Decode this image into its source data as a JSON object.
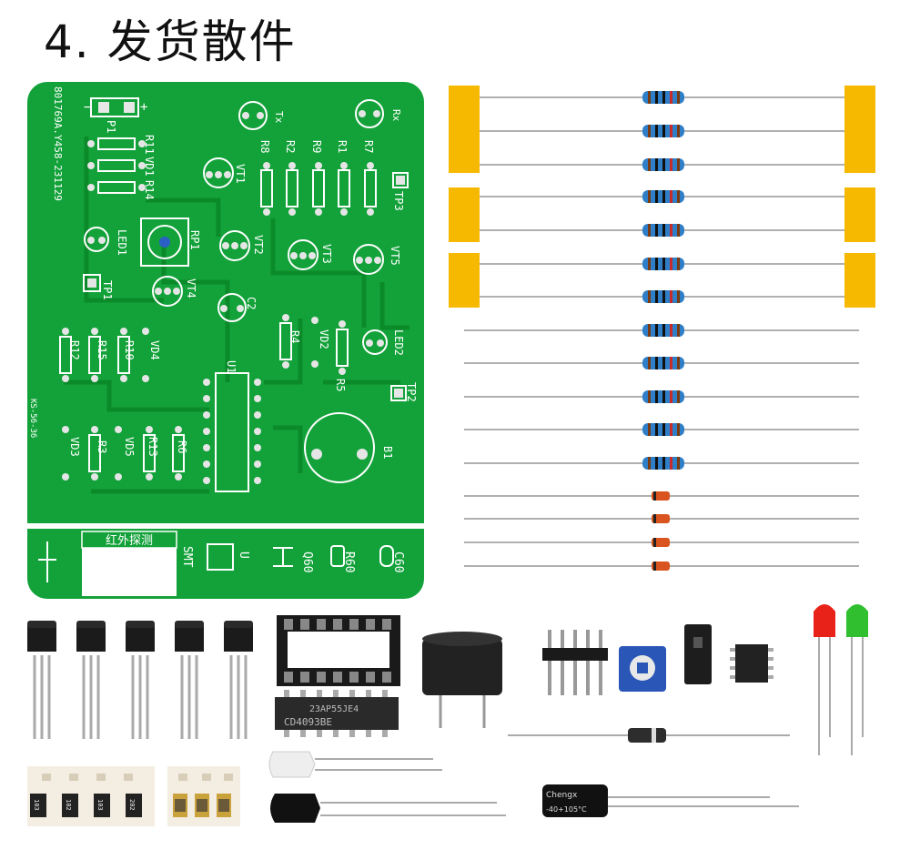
{
  "title": "4. 发货散件",
  "pcb": {
    "board_code": "801769A.Y458-231129",
    "side_code": "KS-56-36",
    "module_label": "红外探测",
    "mark_smt": "SMT",
    "mark_u": "U",
    "mark_q60": "Q60",
    "mark_r60": "R60",
    "mark_c60": "C60",
    "labels": {
      "p1": "P1",
      "tx": "Tx",
      "rx": "Rx",
      "r11": "R11",
      "vd1": "VD1",
      "r14": "R14",
      "r8": "R8",
      "r2": "R2",
      "r9": "R9",
      "r1": "R1",
      "r7": "R7",
      "tp3": "TP3",
      "vt1": "VT1",
      "led1": "LED1",
      "rp1": "RP1",
      "vt2": "VT2",
      "vt3": "VT3",
      "vt5": "VT5",
      "tp1": "TP1",
      "vt4": "VT4",
      "c2": "C2",
      "r12": "R12",
      "r15": "R15",
      "r10": "R10",
      "vd4": "VD4",
      "r4": "R4",
      "vd2": "VD2",
      "led2": "LED2",
      "u1": "U1",
      "r5": "R5",
      "tp2": "TP2",
      "vd3": "VD3",
      "r3": "R3",
      "vd5": "VD5",
      "r13": "R13",
      "r6": "R6",
      "b1": "B1",
      "plus": "+",
      "minus": "−"
    }
  },
  "chips": {
    "ic_marking_1": "23AP55JE4",
    "ic_marking_2": "CD4093BE",
    "smd_1": "103",
    "smd_2": "102",
    "smd_3": "103",
    "smd_4": "202",
    "cap_brand": "Chengx",
    "cap_rating": "-40+105°C"
  },
  "colors": {
    "pcb_green": "#13a23a",
    "pcb_dark": "#0c8a2c",
    "tape_yellow": "#f7b800",
    "resistor_blue": "#2f7fc8"
  }
}
